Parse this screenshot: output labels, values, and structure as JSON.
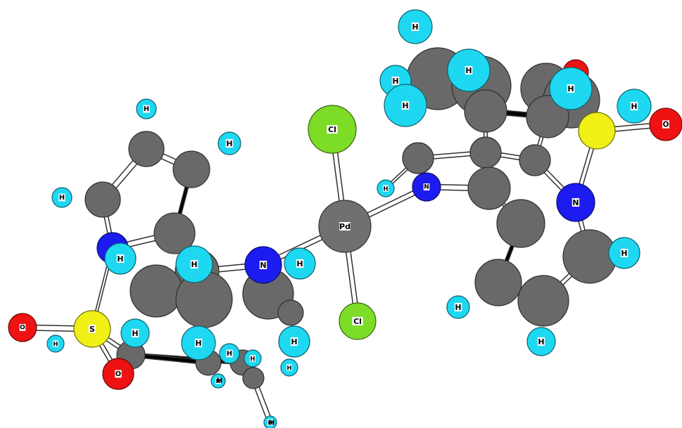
{
  "viewer": {
    "background": "#ffffff",
    "element_colors": {
      "C": "#696969",
      "H": "#1ed8f2",
      "N": "#1c1cf0",
      "O": "#ee1212",
      "S": "#f0f016",
      "Cl": "#7cdc26",
      "Pd": "#707070"
    },
    "atoms": [
      {
        "id": "c-a1",
        "el": "C",
        "label": ""
      },
      {
        "id": "c-a2",
        "el": "C",
        "label": ""
      },
      {
        "id": "c-a3",
        "el": "C",
        "label": ""
      },
      {
        "id": "c-a4",
        "el": "C",
        "label": ""
      },
      {
        "id": "c-a5",
        "el": "C",
        "label": ""
      },
      {
        "id": "c-a6",
        "el": "C",
        "label": ""
      },
      {
        "id": "c-a7",
        "el": "C",
        "label": ""
      },
      {
        "id": "c-a8",
        "el": "C",
        "label": ""
      },
      {
        "id": "c-a9",
        "el": "C",
        "label": ""
      },
      {
        "id": "c-a10",
        "el": "C",
        "label": ""
      },
      {
        "id": "c-a11",
        "el": "C",
        "label": ""
      },
      {
        "id": "c-a12",
        "el": "C",
        "label": ""
      },
      {
        "id": "c-a13",
        "el": "C",
        "label": ""
      },
      {
        "id": "c-b1",
        "el": "C",
        "label": ""
      },
      {
        "id": "c-b2",
        "el": "C",
        "label": ""
      },
      {
        "id": "c-b3",
        "el": "C",
        "label": ""
      },
      {
        "id": "c-b4",
        "el": "C",
        "label": ""
      },
      {
        "id": "c-b5",
        "el": "C",
        "label": ""
      },
      {
        "id": "c-b6",
        "el": "C",
        "label": ""
      },
      {
        "id": "c-b7",
        "el": "C",
        "label": ""
      },
      {
        "id": "c-b8",
        "el": "C",
        "label": ""
      },
      {
        "id": "c-b9",
        "el": "C",
        "label": ""
      },
      {
        "id": "c-b10",
        "el": "C",
        "label": ""
      },
      {
        "id": "c-b11",
        "el": "C",
        "label": ""
      },
      {
        "id": "c-b12",
        "el": "C",
        "label": ""
      },
      {
        "id": "c-b13",
        "el": "C",
        "label": ""
      },
      {
        "id": "c-b14",
        "el": "C",
        "label": ""
      },
      {
        "id": "n-a1",
        "el": "N",
        "label": ""
      },
      {
        "id": "n-a2",
        "el": "N",
        "label": "N"
      },
      {
        "id": "n-b1",
        "el": "N",
        "label": "N"
      },
      {
        "id": "n-b2",
        "el": "N",
        "label": "N"
      },
      {
        "id": "s-a",
        "el": "S",
        "label": "S"
      },
      {
        "id": "s-b",
        "el": "S",
        "label": ""
      },
      {
        "id": "o-a1",
        "el": "O",
        "label": "O"
      },
      {
        "id": "o-a2",
        "el": "O",
        "label": "O"
      },
      {
        "id": "o-b1",
        "el": "O",
        "label": "O"
      },
      {
        "id": "o-b2",
        "el": "O",
        "label": ""
      },
      {
        "id": "cl-1",
        "el": "Cl",
        "label": "Cl"
      },
      {
        "id": "cl-2",
        "el": "Cl",
        "label": "Cl"
      },
      {
        "id": "pd",
        "el": "Pd",
        "label": "Pd"
      },
      {
        "id": "h-a1",
        "el": "H",
        "label": "H"
      },
      {
        "id": "h-a2",
        "el": "H",
        "label": "H"
      },
      {
        "id": "h-a3",
        "el": "H",
        "label": "H"
      },
      {
        "id": "h-a4",
        "el": "H",
        "label": "H"
      },
      {
        "id": "h-a5",
        "el": "H",
        "label": "H"
      },
      {
        "id": "h-a6",
        "el": "H",
        "label": "H"
      },
      {
        "id": "h-a7",
        "el": "H",
        "label": "H"
      },
      {
        "id": "h-a8",
        "el": "H",
        "label": "H"
      },
      {
        "id": "h-a9",
        "el": "H",
        "label": "H"
      },
      {
        "id": "h-a10",
        "el": "H",
        "label": "H"
      },
      {
        "id": "h-a11",
        "el": "H",
        "label": "H"
      },
      {
        "id": "h-a12",
        "el": "H",
        "label": "H"
      },
      {
        "id": "h-a13",
        "el": "H",
        "label": "H"
      },
      {
        "id": "h-a14",
        "el": "H",
        "label": "H"
      },
      {
        "id": "h-a15",
        "el": "H",
        "label": "H"
      },
      {
        "id": "h-b1",
        "el": "H",
        "label": "H"
      },
      {
        "id": "h-b2",
        "el": "H",
        "label": "H"
      },
      {
        "id": "h-b3",
        "el": "H",
        "label": "H"
      },
      {
        "id": "h-b4",
        "el": "H",
        "label": "H"
      },
      {
        "id": "h-b5",
        "el": "H",
        "label": "H"
      },
      {
        "id": "h-b6",
        "el": "H",
        "label": "H"
      },
      {
        "id": "h-b7",
        "el": "H",
        "label": "H"
      },
      {
        "id": "h-b8",
        "el": "H",
        "label": "H"
      },
      {
        "id": "h-b9",
        "el": "H",
        "label": "H"
      },
      {
        "id": "h-b10",
        "el": "H",
        "label": "H"
      }
    ],
    "depth_labels": [
      {
        "id": "lbl-h-1",
        "text": "H"
      },
      {
        "id": "lbl-h-2",
        "text": "H"
      }
    ]
  }
}
